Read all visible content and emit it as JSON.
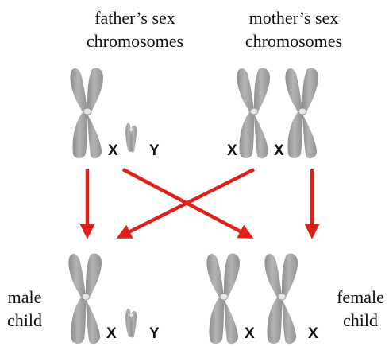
{
  "labels": {
    "father_line1": "father’s sex",
    "father_line2": "chromosomes",
    "mother_line1": "mother’s sex",
    "mother_line2": "chromosomes",
    "male_line1": "male",
    "male_line2": "child",
    "female_line1": "female",
    "female_line2": "child"
  },
  "chromosome_letters": {
    "father_x": "X",
    "father_y": "Y",
    "mother_x1": "X",
    "mother_x2": "X",
    "male_x": "X",
    "male_y": "Y",
    "female_x1": "X",
    "female_x2": "X"
  },
  "colors": {
    "chromosome": "#a6a6a6",
    "chromosome_dark": "#8f8f8f",
    "arrow": "#e0211b"
  }
}
